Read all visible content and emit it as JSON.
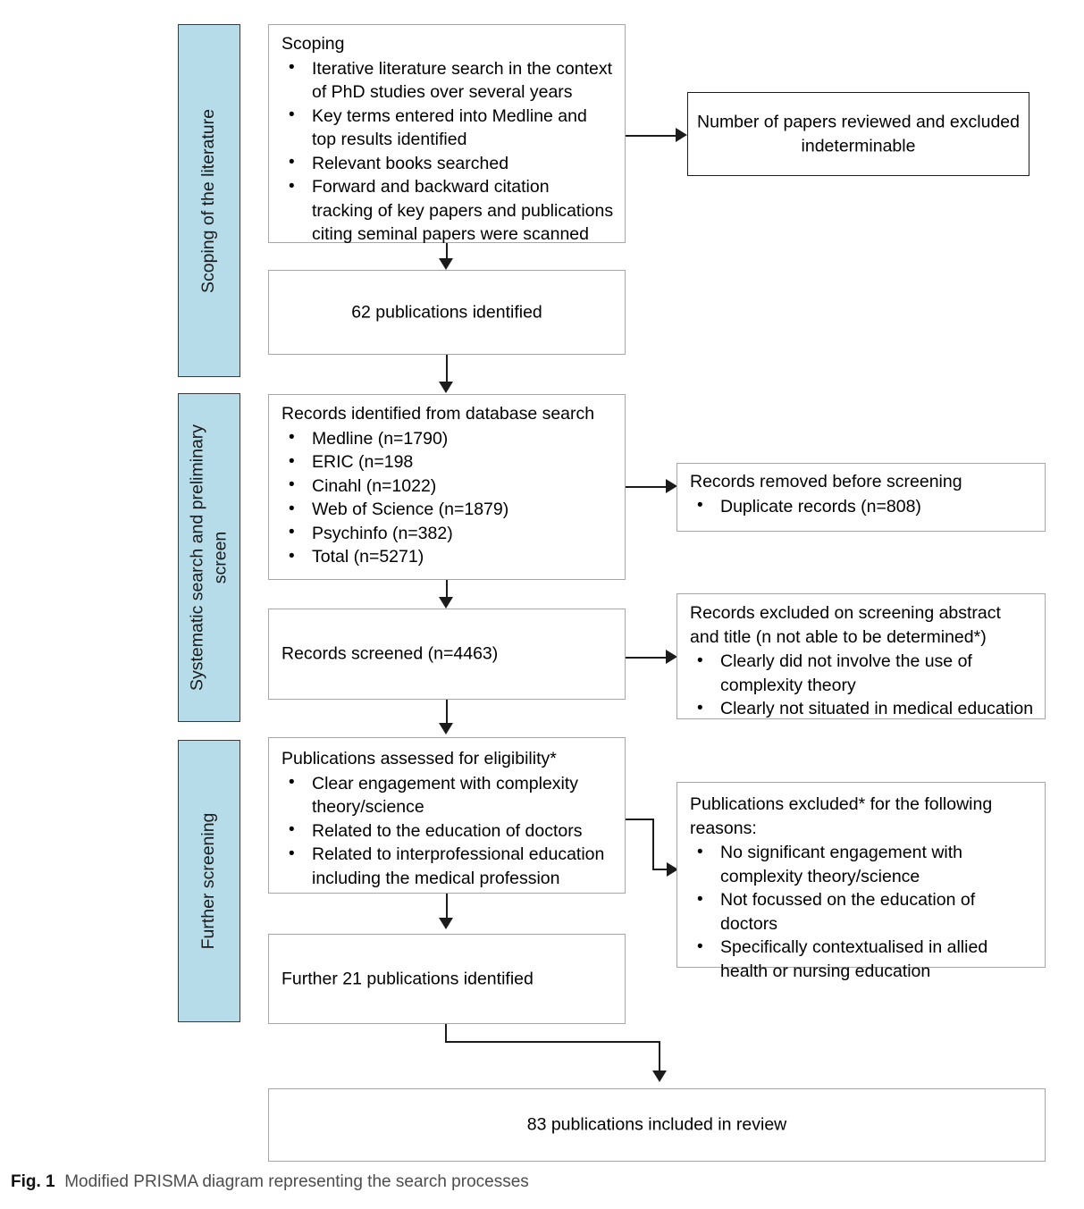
{
  "figure": {
    "caption_label": "Fig. 1",
    "caption_text": "Modified PRISMA diagram representing the search processes"
  },
  "colors": {
    "stage_fill": "#b5dce8",
    "stage_border": "#3a3a3a",
    "box_border_light": "#a6a6a6",
    "box_border_dark": "#1b1b1b",
    "connector": "#1b1b1b",
    "caption_text": "#4d4d4d"
  },
  "stages": [
    {
      "id": "scoping",
      "label": "Scoping of the literature"
    },
    {
      "id": "systematic",
      "label": "Systematic search and preliminary screen"
    },
    {
      "id": "further",
      "label": "Further screening"
    }
  ],
  "boxes": {
    "scoping": {
      "title": "Scoping",
      "bullets": [
        "Iterative literature search in the context of PhD studies over several years",
        "Key terms entered into Medline and top results identified",
        "Relevant books searched",
        "Forward and backward citation tracking of key papers and publications citing seminal papers were scanned"
      ]
    },
    "papers_excluded_indeterminable": {
      "text": "Number of papers reviewed and excluded indeterminable"
    },
    "publications_identified": {
      "text": "62 publications identified"
    },
    "database_search": {
      "title": "Records identified from database search",
      "bullets": [
        "Medline (n=1790)",
        "ERIC (n=198",
        "Cinahl (n=1022)",
        "Web of Science (n=1879)",
        "Psychinfo (n=382)",
        "Total (n=5271)"
      ]
    },
    "records_removed": {
      "title": "Records removed before screening",
      "bullets": [
        "Duplicate records (n=808)"
      ]
    },
    "records_screened": {
      "text": "Records screened (n=4463)"
    },
    "records_excluded_screening": {
      "title": "Records excluded on screening abstract and title  (n not able to be determined*)",
      "bullets": [
        "Clearly did not involve the use of complexity theory",
        "Clearly not situated in medical education"
      ]
    },
    "eligibility": {
      "title": "Publications assessed for eligibility*",
      "bullets": [
        "Clear engagement with complexity theory/science",
        "Related to the education of doctors",
        "Related to interprofessional education including the medical profession"
      ]
    },
    "publications_excluded": {
      "title": "Publications excluded* for the following reasons:",
      "bullets": [
        "No significant engagement with complexity theory/science",
        "Not focussed on the education of doctors",
        "Specifically contextualised in allied health or nursing education"
      ]
    },
    "further_identified": {
      "text": "Further 21 publications identified"
    },
    "included": {
      "text": "83 publications included in review"
    }
  }
}
